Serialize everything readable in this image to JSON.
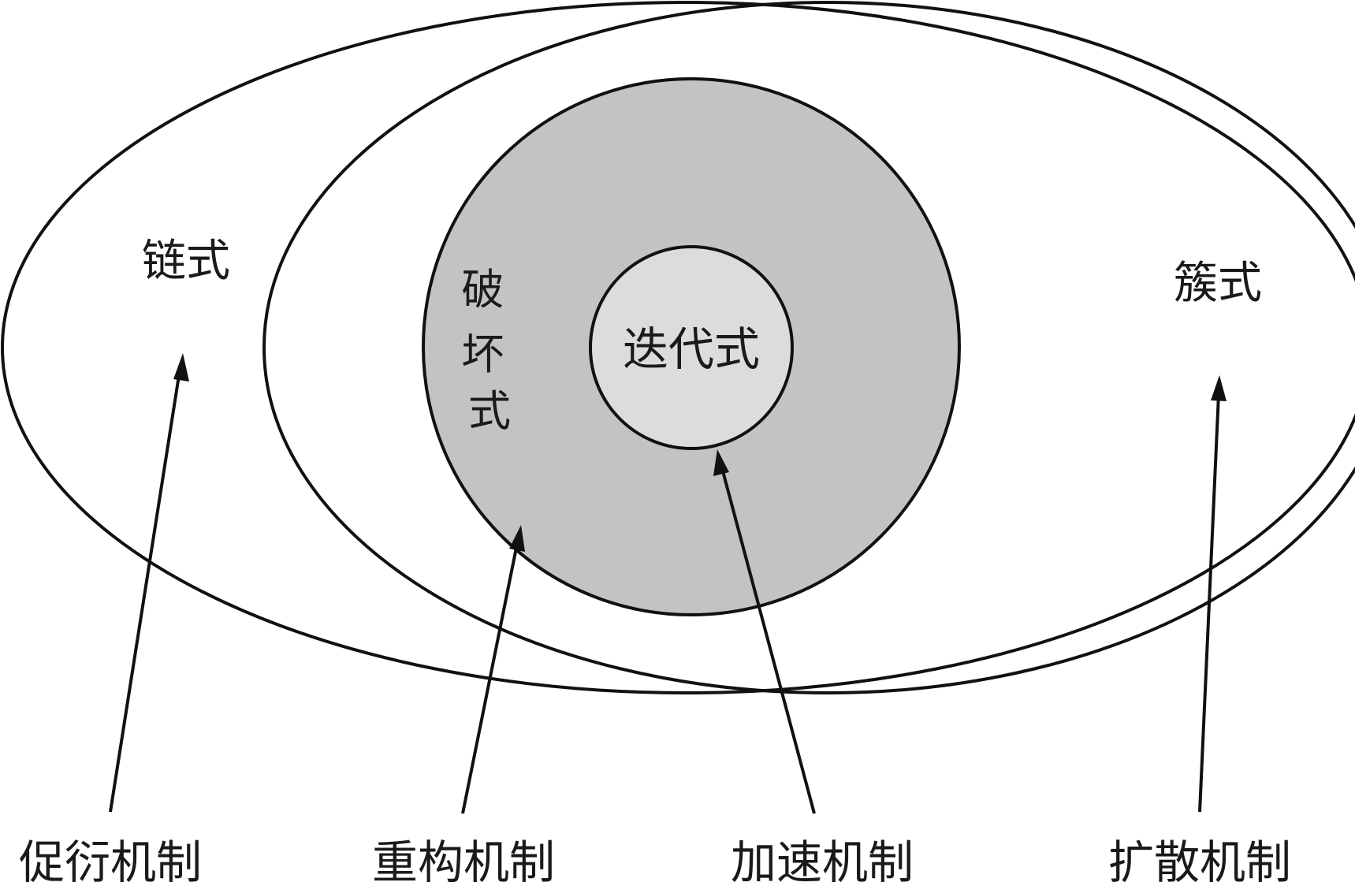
{
  "regions": {
    "chain": "链式",
    "destructive": "破坏式",
    "iterative": "迭代式",
    "cluster": "簇式"
  },
  "mechanisms": {
    "promote": "促衍机制",
    "restructure": "重构机制",
    "accelerate": "加速机制",
    "diffuse": "扩散机制"
  },
  "colors": {
    "destructive_fill": "#c3c3c3",
    "iterative_fill": "#dcdcdc",
    "stroke": "#111111",
    "background": "#ffffff"
  }
}
